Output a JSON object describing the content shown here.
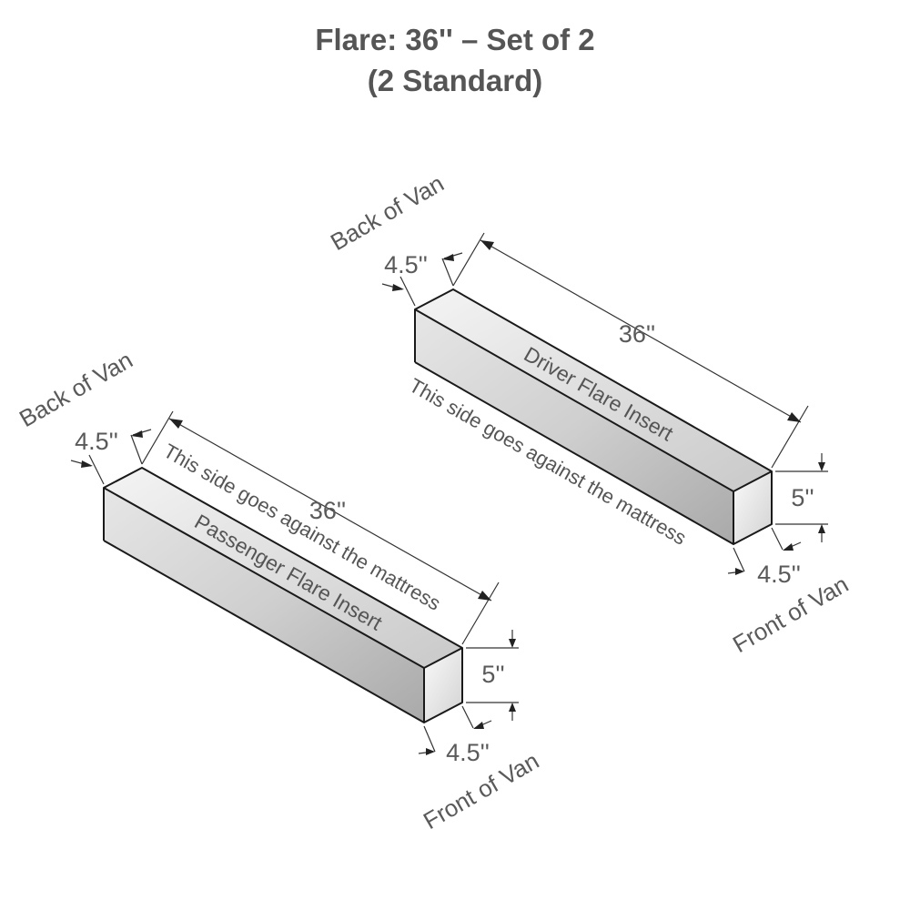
{
  "title": {
    "line1": "Flare:  36'' – Set of 2",
    "line2": "(2 Standard)"
  },
  "colors": {
    "text": "#555555",
    "box_top_light": "#f4f4f4",
    "box_top_dark": "#c9c9c9",
    "box_front_light": "#e6e6e6",
    "box_front_dark": "#a9a9a9",
    "box_end_light": "#fafafa",
    "box_end_dark": "#d2d2d2",
    "edge": "#1a1a1a"
  },
  "driver": {
    "back_label": "Back of Van",
    "front_label": "Front of Van",
    "length": "36''",
    "back_width": "4.5''",
    "height": "5''",
    "front_width": "4.5''",
    "name": "Driver Flare Insert",
    "side_note": "This side goes against the mattress"
  },
  "passenger": {
    "back_label": "Back of Van",
    "front_label": "Front of Van",
    "length": "36''",
    "back_width": "4.5''",
    "height": "5''",
    "front_width": "4.5''",
    "name": "Passenger Flare Insert",
    "side_note": "This side goes against the mattress"
  }
}
